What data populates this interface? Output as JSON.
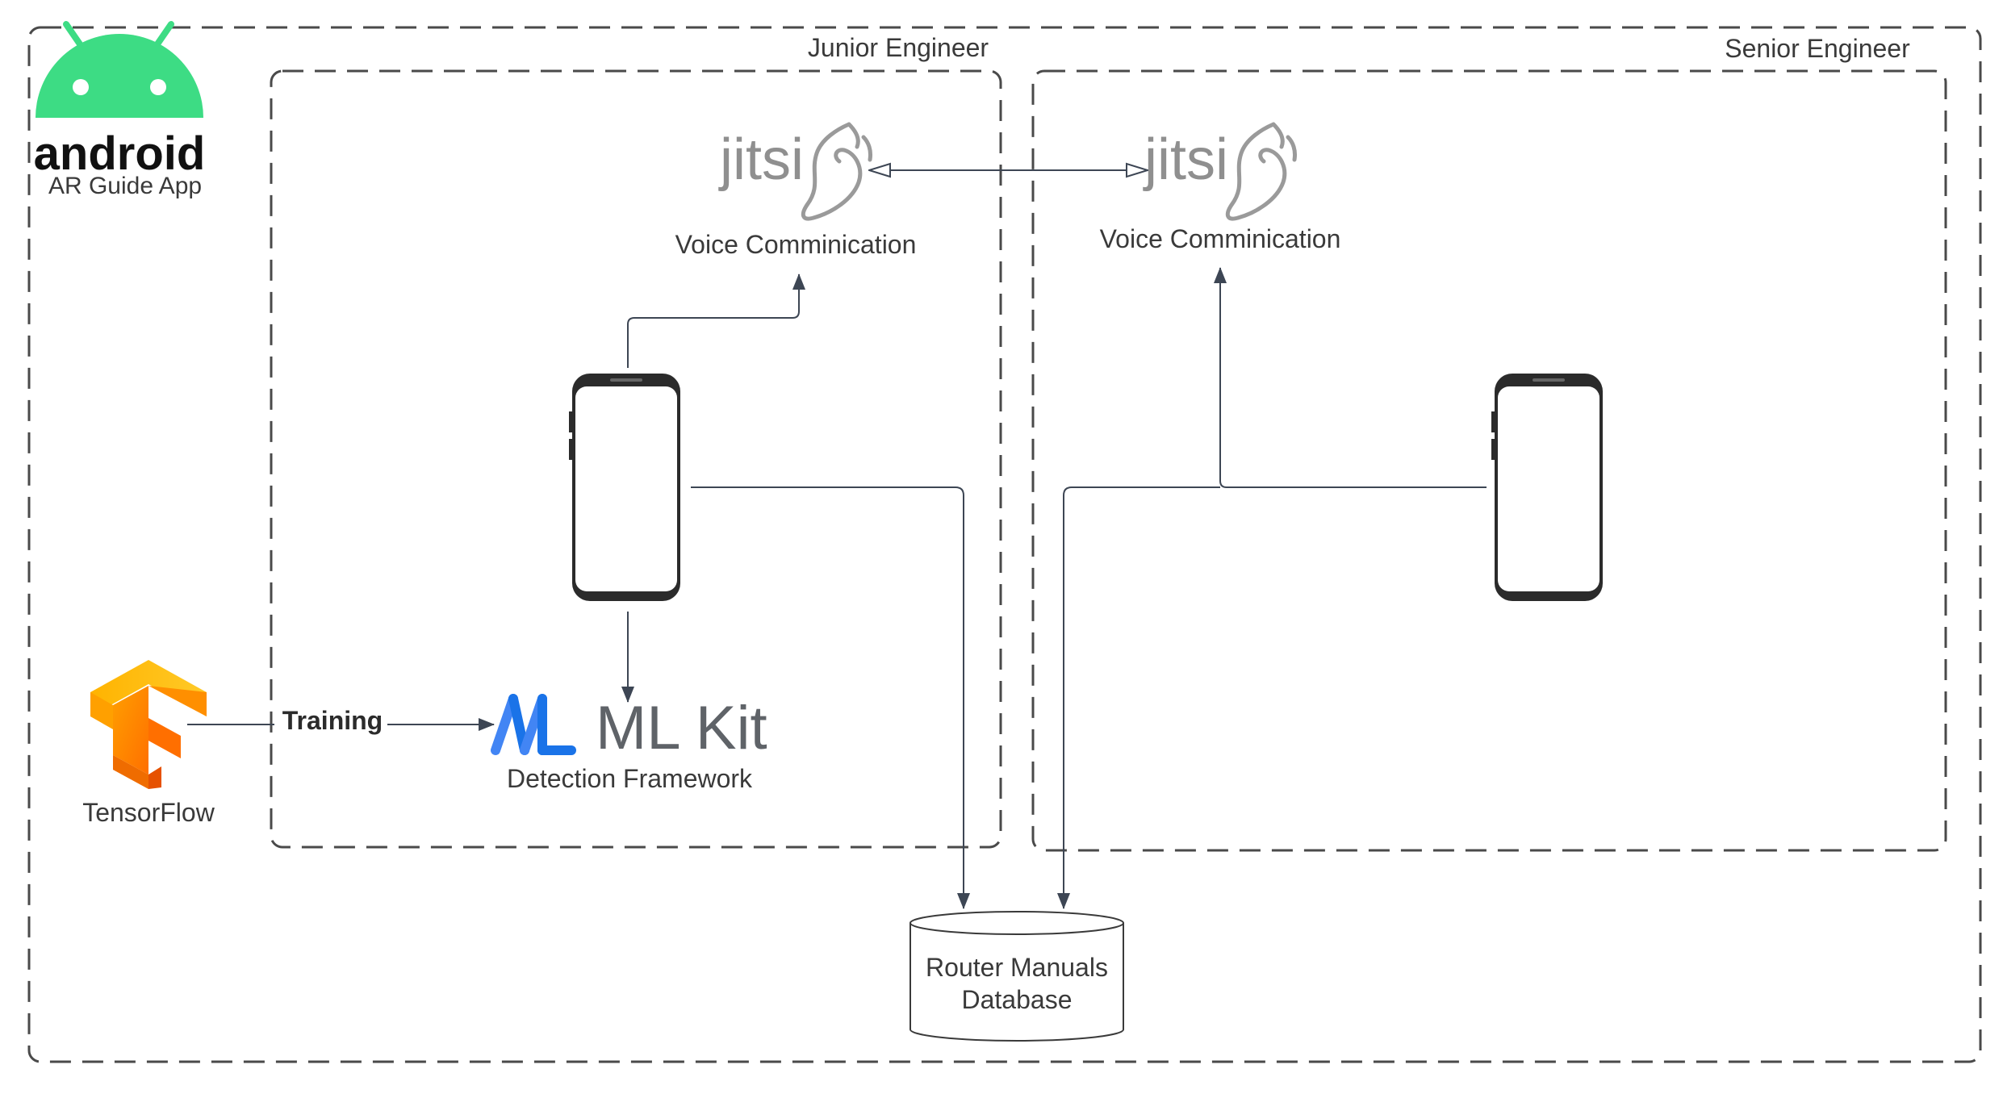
{
  "app": {
    "logo_word": "android",
    "title": "AR Guide App"
  },
  "groups": {
    "junior": "Junior Engineer",
    "senior": "Senior Engineer"
  },
  "voice": {
    "logo_word": "jitsi",
    "junior_label": "Voice Comminication",
    "senior_label": "Voice Comminication"
  },
  "detection": {
    "logo_word": "ML Kit",
    "label": "Detection Framework"
  },
  "tensorflow": {
    "label": "TensorFlow"
  },
  "edges": {
    "training": "Training"
  },
  "database": {
    "line1": "Router Manuals",
    "line2": "Database"
  },
  "colors": {
    "android_green": "#3ddc84",
    "tensorflow_orange": "#ff8f00",
    "mlkit_blue": "#1a73e8",
    "border": "#4a4a4a",
    "arrow": "#3d4654"
  },
  "icons": [
    "android-logo-icon",
    "jitsi-logo-icon",
    "smartphone-icon",
    "tensorflow-logo-icon",
    "mlkit-logo-icon",
    "database-cylinder-icon"
  ]
}
